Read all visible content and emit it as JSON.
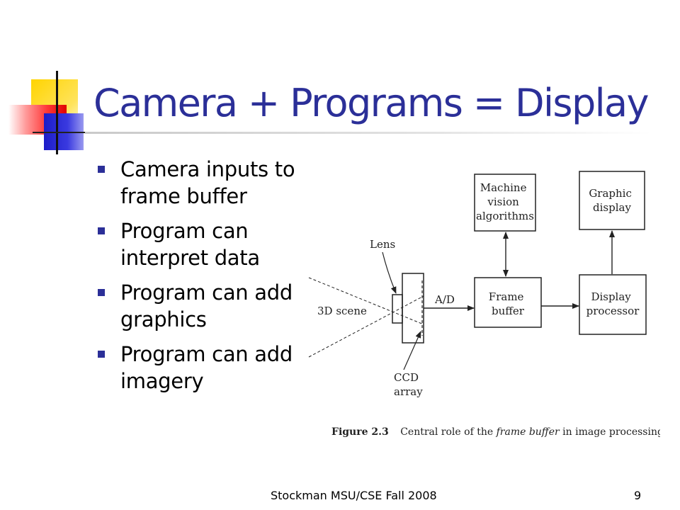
{
  "slide": {
    "title": "Camera + Programs = Display",
    "bullets": [
      "Camera inputs to frame buffer",
      "Program can interpret data",
      "Program can add graphics",
      "Program can add imagery"
    ],
    "footer": "Stockman MSU/CSE  Fall 2008",
    "page_number": "9"
  },
  "figure": {
    "boxes": {
      "machine_vision": [
        "Machine",
        "vision",
        "algorithms"
      ],
      "graphic_display": [
        "Graphic",
        "display"
      ],
      "frame_buffer": [
        "Frame",
        "buffer"
      ],
      "display_processor": [
        "Display",
        "processor"
      ]
    },
    "labels": {
      "lens": "Lens",
      "scene": "3D scene",
      "ad": "A/D",
      "ccd": [
        "CCD",
        "array"
      ]
    },
    "caption": {
      "label": "Figure 2.3",
      "text_before": "Central role of the ",
      "text_italic": "frame buffer",
      "text_after": " in image processing."
    }
  }
}
